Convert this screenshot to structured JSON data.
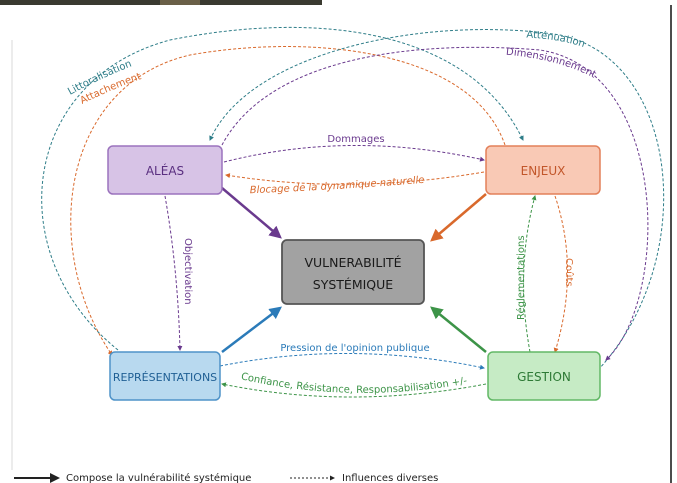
{
  "nodes": {
    "aleas": "ALÉAS",
    "enjeux": "ENJEUX",
    "vulnerabilite_line1": "VULNERABILITÉ",
    "vulnerabilite_line2": "SYSTÉMIQUE",
    "representations": "REPRÉSENTATIONS",
    "gestion": "GESTION"
  },
  "links": {
    "littoralisation": "Littoralisation",
    "attachement": "Attachement",
    "attenuation": "Atténuation",
    "dimensionnement": "Dimensionnement",
    "dommages": "Dommages",
    "blocage": "Blocage de la dynamique naturelle",
    "objectivation": "Objectivation",
    "reglementations": "Réglementations",
    "couts": "Coûts",
    "pression": "Pression de l'opinion publique",
    "confiance": "Confiance, Résistance, Responsabilisation +/-"
  },
  "legend": {
    "solid": "Compose la vulnérabilité systémique",
    "dashed": "Influences diverses"
  },
  "colors": {
    "purple": "#6a3a8e",
    "orange": "#d9692c",
    "blue": "#2b7bb9",
    "green": "#3d9448",
    "teal": "#2e7d88"
  }
}
